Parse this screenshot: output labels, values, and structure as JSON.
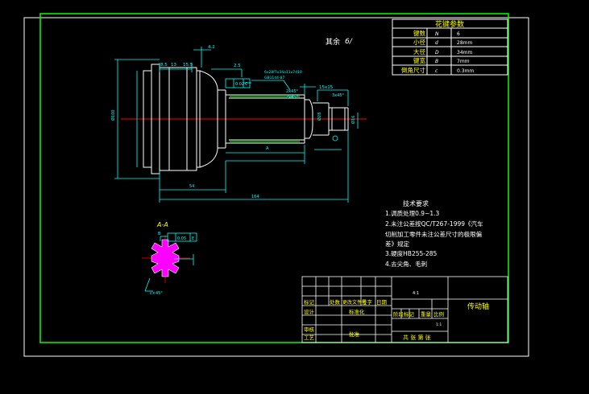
{
  "colors": {
    "background": "#000000",
    "outer_frame": "#ffffff",
    "inner_frame": "#00ff00",
    "part_outline": "#ffffff",
    "dimension": "#00ffff",
    "center_line": "#ff0000",
    "annotation_text": "#ffff00",
    "section_fill": "#ff00ff"
  },
  "roughness_note": {
    "label": "其余",
    "value": "6/"
  },
  "params_table": {
    "title": "花键参数",
    "rows": [
      {
        "name": "键数",
        "sym": "N",
        "val": "6"
      },
      {
        "name": "小径",
        "sym": "d",
        "val": "28mm"
      },
      {
        "name": "大径",
        "sym": "D",
        "val": "34mm"
      },
      {
        "name": "键宽",
        "sym": "B",
        "val": "7mm"
      },
      {
        "name": "倒角尺寸",
        "sym": "c",
        "val": "0.3mm"
      }
    ]
  },
  "tech_req": {
    "title": "技术要求",
    "lines": [
      "1.调质处理0.9~1.3",
      "2.未注公差按QC/T267-1999《汽车",
      "切削加工零件未注公差尺寸的极限偏",
      "差》规定",
      "3.硬度HB255-285",
      "4.去尖角、毛刺"
    ]
  },
  "section_label": "A-A",
  "dims": {
    "top1": "4.2",
    "d_a": "8.5",
    "d_b": "13",
    "d_c": "15.5",
    "d_d": "2.5",
    "fcf": "0.02",
    "fcf_datum": "C",
    "spline_spec": "6x28f7x34a11x7d10",
    "spline_std": "GB1144-87",
    "chamfer1": "2x45°",
    "chamfer2": "2x45°",
    "groove": "15x15",
    "chamfer3": "3x45°",
    "len_mid": "54",
    "len_total": "164",
    "big_dia": "Ø100",
    "datum_a": "A",
    "dia_small": "Ø28",
    "dia_end": "Ø16",
    "sec_fcf": "0.05",
    "sec_datum": "E",
    "sec_b": "B",
    "sec_angle": "c×45°"
  },
  "title_block": {
    "scale": "4:1",
    "part_name": "传动轴",
    "row1": [
      "标记",
      "处数",
      "更改文件号",
      "签字",
      "日期"
    ],
    "row2": [
      "设计",
      "",
      "标准化"
    ],
    "row3": [
      "审核",
      "工艺",
      "批准"
    ],
    "stage_label": "阶段标记",
    "weight_label": "重量",
    "scale_label": "比例",
    "sheets": "共 张 第 张",
    "small": "1:1"
  }
}
